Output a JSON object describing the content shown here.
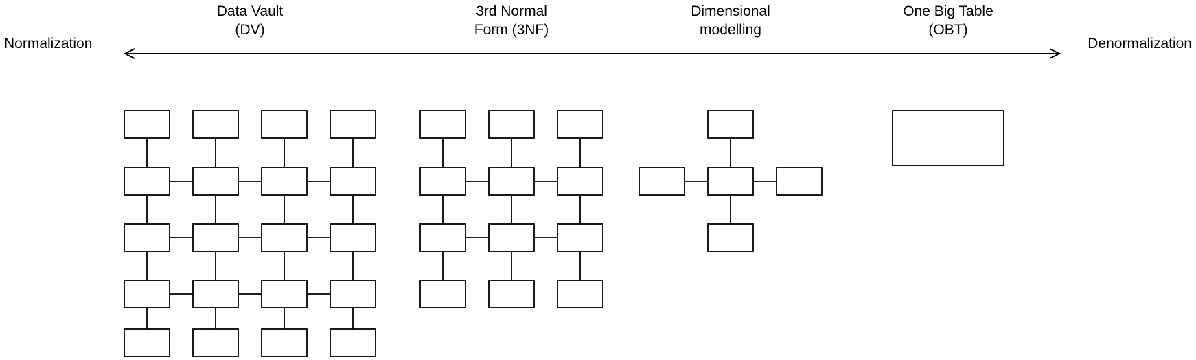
{
  "page": {
    "background_color": "#ffffff",
    "stroke_color": "#000000"
  },
  "axis": {
    "left_label": "Normalization",
    "right_label": "Denormalization",
    "arrow_style": "double-headed horizontal arrow"
  },
  "approaches": [
    {
      "id": "data-vault",
      "label_line1": "Data Vault",
      "label_line2": "(DV)"
    },
    {
      "id": "3nf",
      "label_line1": "3rd Normal",
      "label_line2": "Form (3NF)"
    },
    {
      "id": "dimensional",
      "label_line1": "Dimensional",
      "label_line2": "modelling"
    },
    {
      "id": "obt",
      "label_line1": "One Big Table",
      "label_line2": "(OBT)"
    }
  ],
  "diagrams": [
    {
      "id": "data-vault",
      "type": "mesh-grid",
      "columns": 4,
      "rows": 5,
      "node_count": 20
    },
    {
      "id": "3nf",
      "type": "mesh-grid",
      "columns": 3,
      "rows": 4,
      "node_count": 12
    },
    {
      "id": "dimensional",
      "type": "star-schema",
      "center_nodes": 1,
      "dimension_nodes": 4,
      "node_count": 5
    },
    {
      "id": "obt",
      "type": "single-table",
      "node_count": 1
    }
  ]
}
